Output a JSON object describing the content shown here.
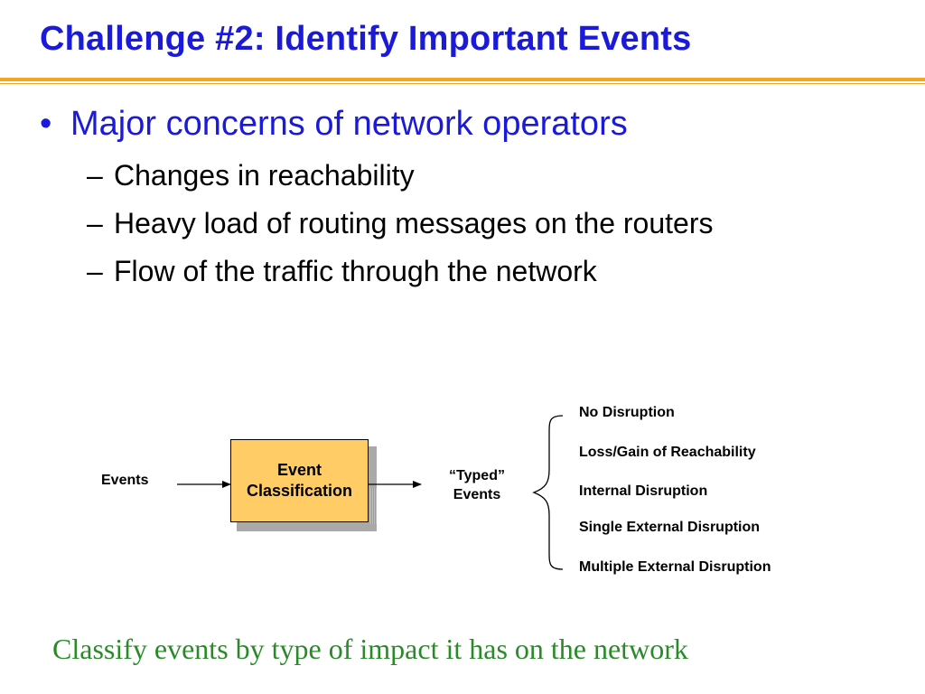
{
  "slide": {
    "title": "Challenge #2: Identify Important Events",
    "bullet": "Major concerns of network operators",
    "sub_items": [
      "Changes in reachability",
      "Heavy load of routing messages on the routers",
      "Flow of the traffic through the network"
    ],
    "caption": "Classify events by type of impact it has on the network"
  },
  "diagram": {
    "input_label": "Events",
    "box_line1": "Event",
    "box_line2": "Classification",
    "output_line1": "“Typed”",
    "output_line2": "Events",
    "categories": [
      "No Disruption",
      "Loss/Gain of Reachability",
      "Internal Disruption",
      "Single External Disruption",
      "Multiple External Disruption"
    ]
  },
  "colors": {
    "title": "#1a1ad8",
    "accent_rule": "#f2a623",
    "box_fill": "#ffcc66",
    "caption": "#2a8a2a"
  }
}
